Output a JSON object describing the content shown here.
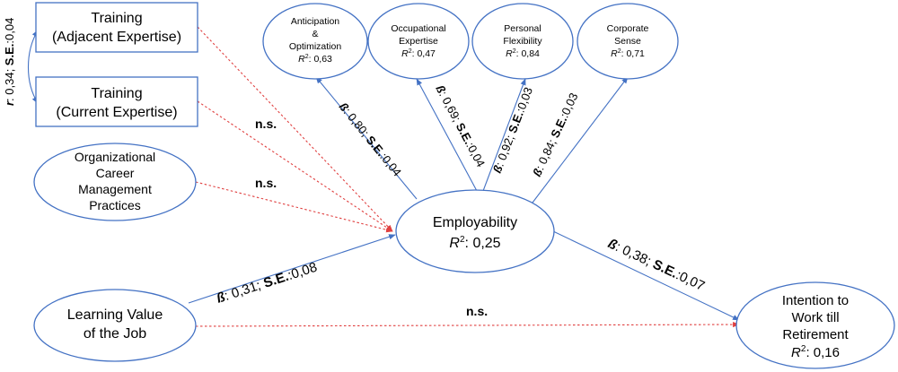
{
  "nodes": {
    "training_adjacent": {
      "line1": "Training",
      "line2": "(Adjacent Expertise)"
    },
    "training_current": {
      "line1": "Training",
      "line2": "(Current Expertise)"
    },
    "ocmp": {
      "line1": "Organizational",
      "line2": "Career",
      "line3": "Management",
      "line4": "Practices"
    },
    "learning_value": {
      "line1": "Learning Value",
      "line2": "of the Job"
    },
    "employability": {
      "line1": "Employability",
      "r2_label": "R",
      "r2_sup": "2",
      "r2_value": ": 0,25"
    },
    "intention": {
      "line1": "Intention to",
      "line2": "Work till",
      "line3": "Retirement",
      "r2_label": "R",
      "r2_sup": "2",
      "r2_value": ": 0,16"
    },
    "anticipation": {
      "line1": "Anticipation",
      "line2": "&",
      "line3": "Optimization",
      "r2_label": "R",
      "r2_sup": "2",
      "r2_value": ": 0,63"
    },
    "occupational": {
      "line1": "Occupational",
      "line2": "Expertise",
      "r2_label": "R",
      "r2_sup": "2",
      "r2_value": ": 0,47"
    },
    "personal": {
      "line1": "Personal",
      "line2": "Flexibility",
      "r2_label": "R",
      "r2_sup": "2",
      "r2_value": ": 0,84"
    },
    "corporate": {
      "line1": "Corporate",
      "line2": "Sense",
      "r2_label": "R",
      "r2_sup": "2",
      "r2_value": ": 0,71"
    }
  },
  "paths": {
    "correlation": {
      "r_sym": "r",
      "r_val": ": 0,34; ",
      "se_sym": "S.E.",
      "se_val": ":0,04"
    },
    "ns_training_current": "n.s.",
    "ns_ocmp": "n.s.",
    "ns_learning_intention": "n.s.",
    "learning_employability": {
      "beta_sym": "ß",
      "beta_val": ": 0,31; ",
      "se_sym": "S.E.",
      "se_val": ":0,08"
    },
    "employability_intention": {
      "beta_sym": "ß",
      "beta_val": ": 0,38; ",
      "se_sym": "S.E.",
      "se_val": ":0,07"
    },
    "emp_anticipation": {
      "beta_sym": "ß",
      "beta_val": ": 0,80; ",
      "se_sym": "S.E.",
      "se_val": ":0,04"
    },
    "emp_occupational": {
      "beta_sym": "ß",
      "beta_val": ": 0,69; ",
      "se_sym": "S.E.",
      "se_val": ":0,04"
    },
    "emp_personal": {
      "beta_sym": "ß",
      "beta_val": ": 0,92; ",
      "se_sym": "S.E.",
      "se_val": ":0,03"
    },
    "emp_corporate": {
      "beta_sym": "ß",
      "beta_val": ": 0,84; ",
      "se_sym": "S.E.",
      "se_val": ":0,03"
    }
  },
  "colors": {
    "node_stroke": "#4472c4",
    "solid_path": "#4472c4",
    "ns_path": "#e04040"
  }
}
